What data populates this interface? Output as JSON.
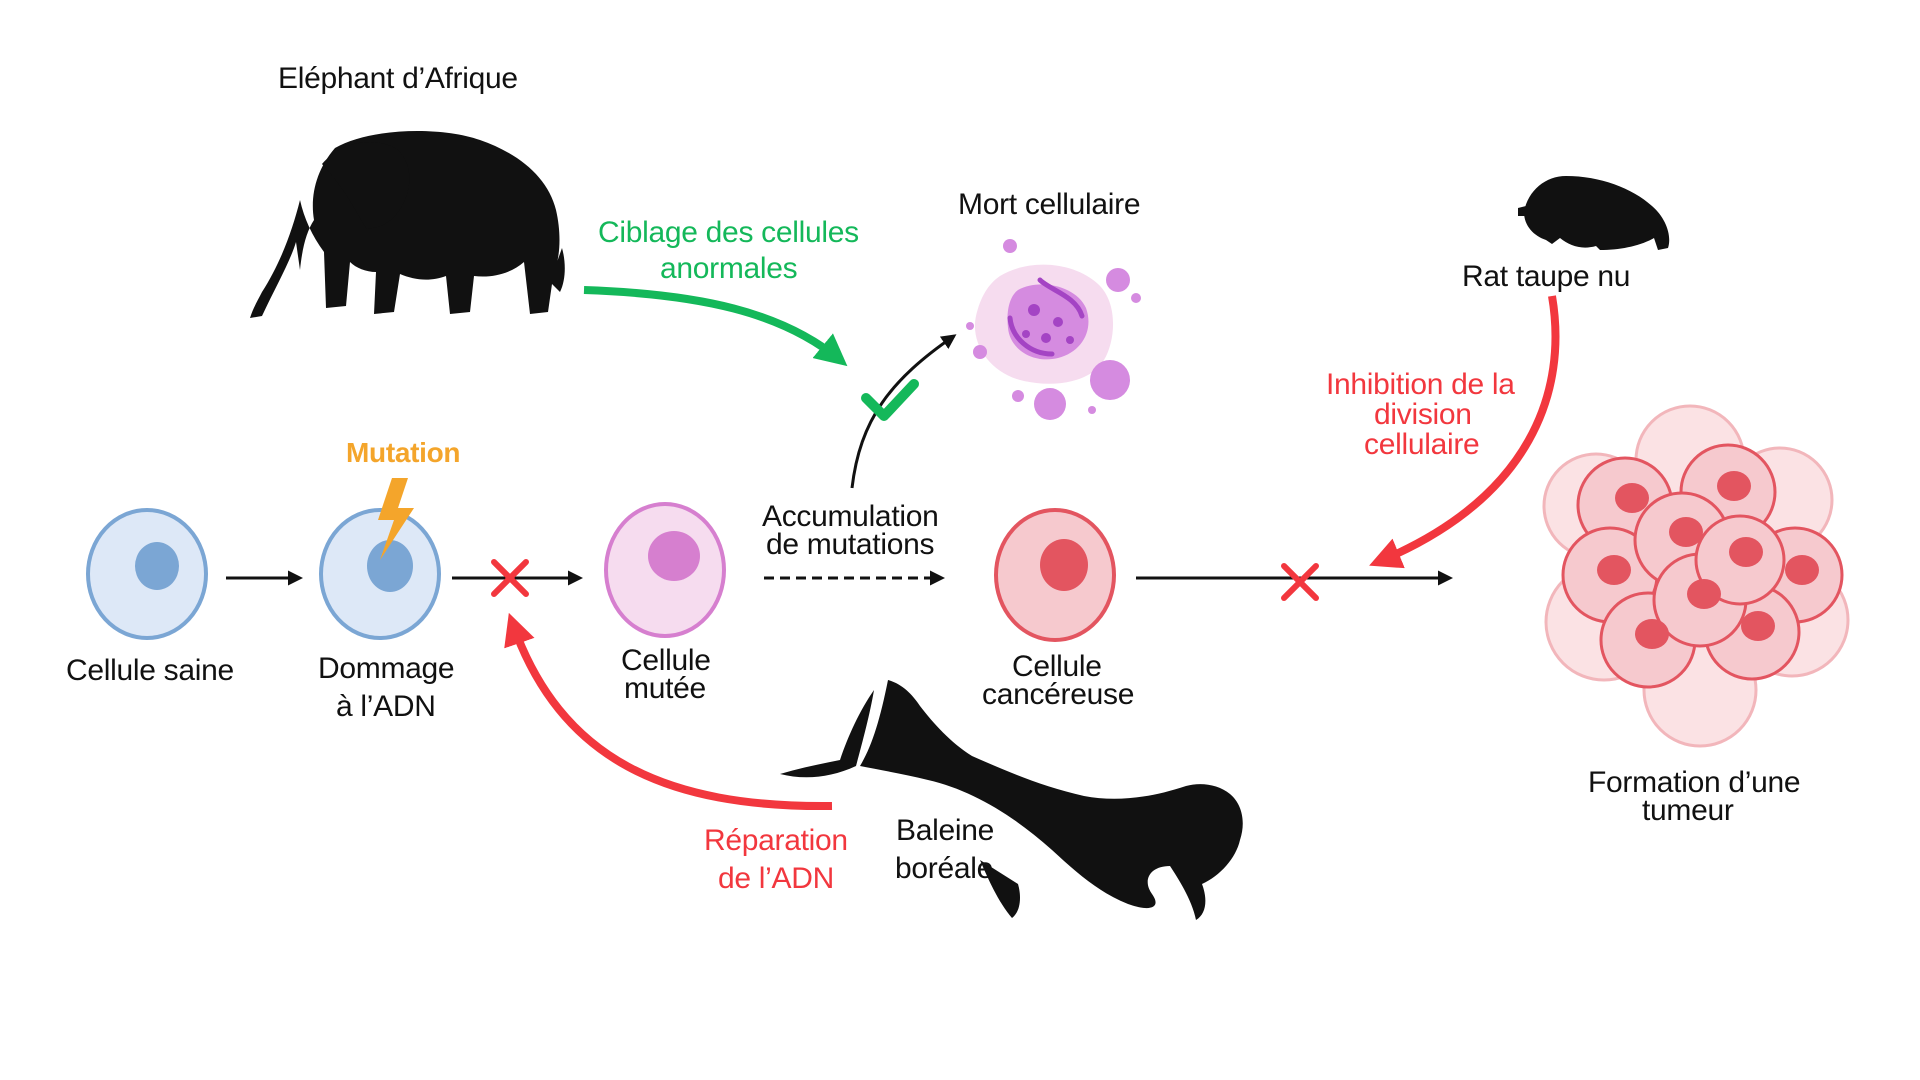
{
  "colors": {
    "black": "#111111",
    "green": "#14b85a",
    "red": "#f2373e",
    "orange": "#f4a52b",
    "blue_cell": "#dde8f7",
    "blue_nucleus": "#7ba6d4",
    "pink_cell": "#f6dcef",
    "pink_nucleus": "#d67fcf",
    "red_cell": "#f6c9ce",
    "red_nucleus": "#e35560",
    "purple": "#a444c4",
    "lilac": "#d58be0"
  },
  "labels": {
    "elephant": "Eléphant d’Afrique",
    "mort": "Mort cellulaire",
    "rat": "Rat taupe nu",
    "ciblage_l1": "Ciblage des cellules",
    "ciblage_l2": "anormales",
    "inhibition_l1": "Inhibition de la",
    "inhibition_l2": "division",
    "inhibition_l3": "cellulaire",
    "mutation": "Mutation",
    "accum_l1": "Accumulation",
    "accum_l2": "de mutations",
    "saine": "Cellule saine",
    "dommage_l1": "Dommage",
    "dommage_l2": "à l’ADN",
    "mutee_l1": "Cellule",
    "mutee_l2": "mutée",
    "cancer_l1": "Cellule",
    "cancer_l2": "cancéreuse",
    "tumeur_l1": "Formation d’une",
    "tumeur_l2": "tumeur",
    "reparation_l1": "Réparation",
    "reparation_l2": "de l’ADN",
    "baleine_l1": "Baleine",
    "baleine_l2": "boréale"
  },
  "icons": {
    "elephant": "elephant-icon",
    "rat": "naked-mole-rat-icon",
    "whale": "bowhead-whale-icon",
    "lightning": "lightning-icon",
    "check": "checkmark-icon",
    "cross": "cross-icon"
  }
}
